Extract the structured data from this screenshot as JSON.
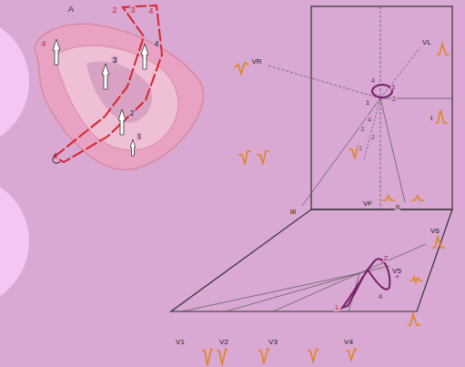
{
  "diagram": {
    "labels": [
      "A",
      "2",
      "3",
      "4",
      "4",
      "4",
      "3",
      "2",
      "1",
      "VR",
      "VL",
      "I",
      "III",
      "VF",
      "II",
      "4",
      "3",
      "2",
      "1",
      "4",
      "3",
      "2",
      "1",
      "4",
      "3",
      "2",
      "1",
      "V1",
      "V2",
      "V3",
      "V4",
      "V5",
      "V6"
    ]
  }
}
